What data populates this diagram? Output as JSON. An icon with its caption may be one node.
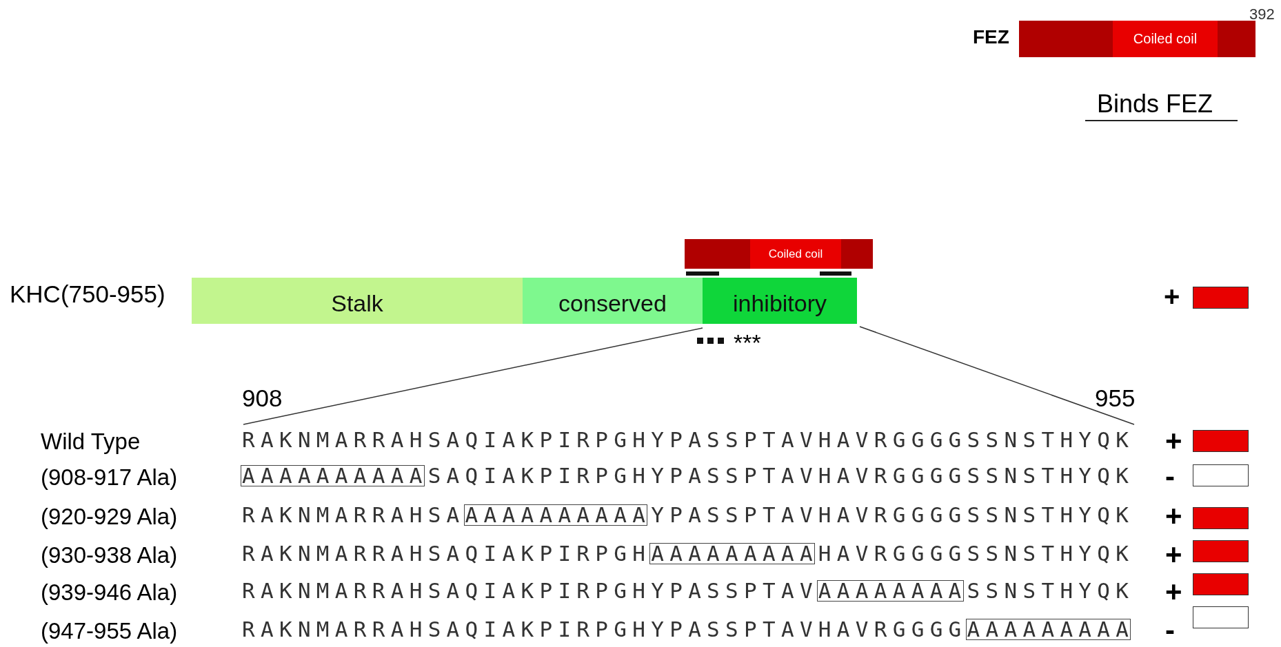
{
  "diagram": {
    "nodes": [
      {
        "text": [
          "Coiled coil"
        ],
        "beside": [
          "FEZ",
          "392"
        ]
      },
      {
        "text": [
          "Coiled coil"
        ]
      },
      {
        "text": [
          "Stalk"
        ]
      },
      {
        "text": [
          "conserved"
        ]
      },
      {
        "text": [
          "inhibitory"
        ]
      }
    ],
    "labels": [
      "Binds FEZ",
      "KHC(750-955)",
      "+",
      "***",
      "908",
      "955",
      "Wild Type",
      "RAKNMARRAHSAQIAKPIRPGHYPASSPTAVHAVRGGGGSSNSTHYQK",
      "+",
      "(908-917 Ala)",
      "AAAAAAAAAASAQIAKPIRPGHYPASSPTAVHAVRGGGGSSNSTHYQK",
      "-",
      "(920-929 Ala)",
      "RAKNMARRAHSAAAAAAAAAAAYPASSPTAVHAVRGGGGSSNSTHYQK",
      "+",
      "(930-938 Ala)",
      "RAKNMARRAHSAQIAKPIRPGHAAAAAAAAAHAVRGGGGSSNSTHYQK",
      "+",
      "(939-946 Ala)",
      "RAKNMARRAHSAQIAKPIRPGHYPASSPTAVAAAAAAAASSNSTHYQK",
      "+",
      "(947-955 Ala)",
      "RAKNMARRAHSAQIAKPIRPGHYPASSPTAVHAVRGGGGAAAAAAAAA",
      "-"
    ]
  }
}
